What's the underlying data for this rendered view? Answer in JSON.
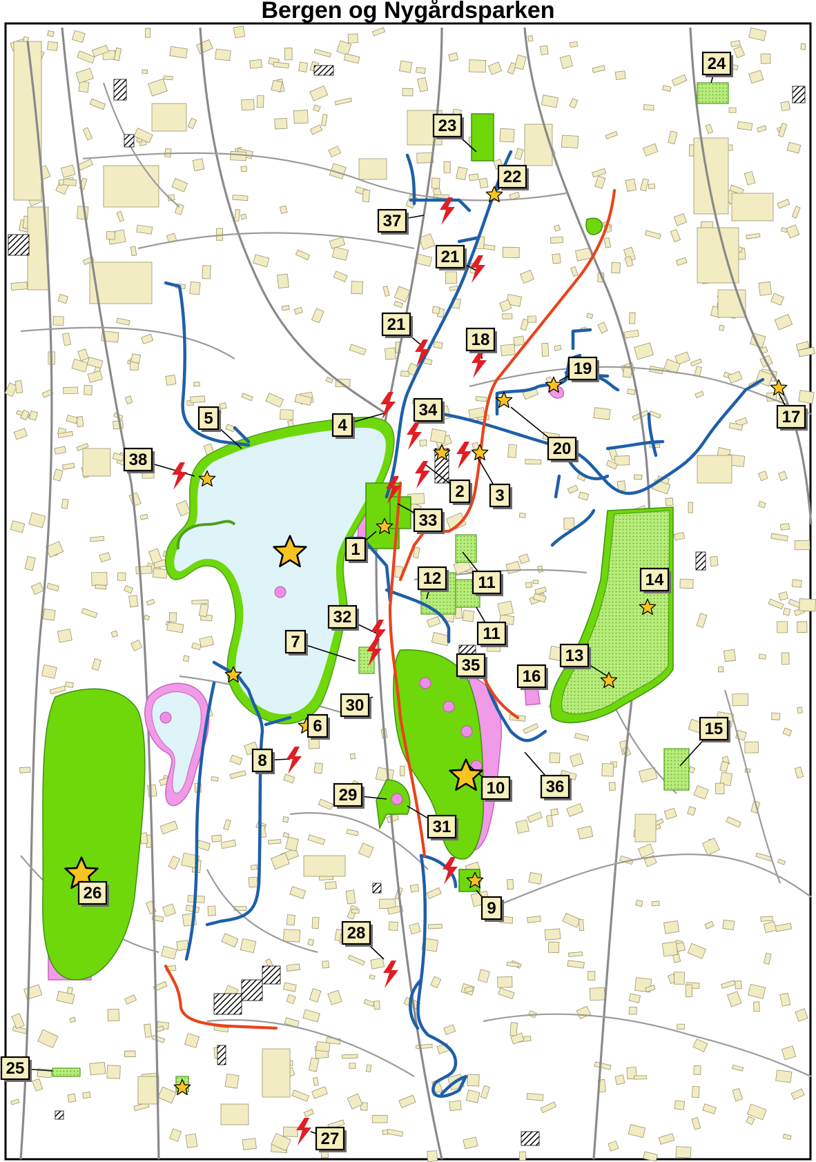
{
  "map": {
    "title": "Bergen og Nygårdsparken",
    "colors": {
      "water": "#dff4f8",
      "green_zone": "#6ed80b",
      "pink_zone": "#f19ae8",
      "blue_route": "#1e5fa8",
      "red_route": "#e8441c",
      "star": "#f9c320",
      "bolt": "#e01e24",
      "label_fill": "#f6efbe"
    },
    "icons": {
      "star": "star-icon",
      "lightning": "lightning-bolt-icon",
      "dot": "pink-dot-icon"
    },
    "labels": [
      {
        "id": "1",
        "text": "1"
      },
      {
        "id": "2",
        "text": "2"
      },
      {
        "id": "3",
        "text": "3"
      },
      {
        "id": "4",
        "text": "4"
      },
      {
        "id": "5",
        "text": "5"
      },
      {
        "id": "6",
        "text": "6"
      },
      {
        "id": "7",
        "text": "7"
      },
      {
        "id": "8",
        "text": "8"
      },
      {
        "id": "9",
        "text": "9"
      },
      {
        "id": "10",
        "text": "10"
      },
      {
        "id": "11a",
        "text": "11"
      },
      {
        "id": "11b",
        "text": "11"
      },
      {
        "id": "12",
        "text": "12"
      },
      {
        "id": "13",
        "text": "13"
      },
      {
        "id": "14",
        "text": "14"
      },
      {
        "id": "15",
        "text": "15"
      },
      {
        "id": "16",
        "text": "16"
      },
      {
        "id": "17",
        "text": "17"
      },
      {
        "id": "18",
        "text": "18"
      },
      {
        "id": "19",
        "text": "19"
      },
      {
        "id": "20",
        "text": "20"
      },
      {
        "id": "21a",
        "text": "21"
      },
      {
        "id": "21b",
        "text": "21"
      },
      {
        "id": "22",
        "text": "22"
      },
      {
        "id": "23",
        "text": "23"
      },
      {
        "id": "24",
        "text": "24"
      },
      {
        "id": "25",
        "text": "25"
      },
      {
        "id": "26",
        "text": "26"
      },
      {
        "id": "27",
        "text": "27"
      },
      {
        "id": "28",
        "text": "28"
      },
      {
        "id": "29",
        "text": "29"
      },
      {
        "id": "30",
        "text": "30"
      },
      {
        "id": "31",
        "text": "31"
      },
      {
        "id": "32",
        "text": "32"
      },
      {
        "id": "33",
        "text": "33"
      },
      {
        "id": "34",
        "text": "34"
      },
      {
        "id": "35",
        "text": "35"
      },
      {
        "id": "36",
        "text": "36"
      },
      {
        "id": "37",
        "text": "37"
      },
      {
        "id": "38",
        "text": "38"
      }
    ]
  }
}
